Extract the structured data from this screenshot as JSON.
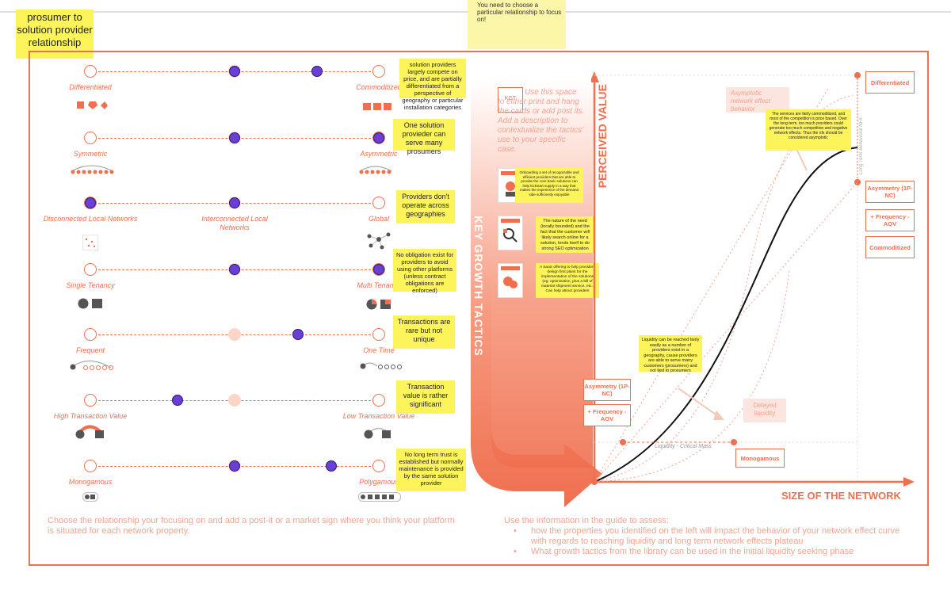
{
  "title_note": "prosumer to solution provider relationship",
  "top_note": "You need to choose a particular relationship to focus on!",
  "properties": [
    {
      "left": "Differentiated",
      "mid": "",
      "right": "Commoditized",
      "note": "solution providers largely compete on price, and are partially differentiated from a perspective of geography or particular installation categories"
    },
    {
      "left": "Symmetric",
      "mid": "",
      "right": "Asymmetric",
      "note": "One solution provieder can serve many prosumers"
    },
    {
      "left": "Disconnected Local Networks",
      "mid": "Interconnected Local Networks",
      "right": "Global",
      "note": "Providers don't operate across geographies"
    },
    {
      "left": "Single Tenancy",
      "mid": "",
      "right": "Multi Tenancy",
      "note": "No obligation exist for providers to avoid using other platforms (unless contract obligations are enforced)"
    },
    {
      "left": "Frequent",
      "mid": "",
      "right": "One Time",
      "note": "Transactions are rare but not unique"
    },
    {
      "left": "High Transaction Value",
      "mid": "",
      "right": "Low Transaction Value",
      "note": "Transaction value is rather significant"
    },
    {
      "left": "Monogamous",
      "mid": "",
      "right": "Polygamous",
      "note": "No long term trust is established but normally maintenance is provided by the same solution provider"
    }
  ],
  "left_instruction": "Choose the relationship your focusing on and add a post-it or a market sign where you think your platform is situated for each network property.",
  "kgt": {
    "badge": "KGT",
    "text": "Use this space to either print and hang the cards or add post its. Add a description to contextualize the tactics' use to your specific case.",
    "vertical": "KEY GROWTH TACTICS",
    "notes": [
      "Onboarding a set of recognizable and efficient providers that are able to provide the core basic solutions can help kickstart supply in a way that makes the experience of the demand side sufficiently enjoyable",
      "The nature of the need (locally bounded) and the fact that the customer will likely search online for a solution, lends itself to do strong SEO optimization",
      "A SaaS offering to help providers design first plans for the implementation of the solutions (eg: optimization, plus a bill of material shipment service, etc.. Can help attract providers"
    ]
  },
  "chart": {
    "y_label": "PERCEIVED VALUE",
    "x_label": "SIZE OF THE NETWORK",
    "asymptotic_label": "Asymptotic network effect behavior",
    "long_term_label": "Long Term Behavioral NFX",
    "delayed_label": "Delayed liquidity",
    "critical_mass_label": "Liquidity - Critical Mass",
    "right_boxes": [
      "Differentiated",
      "Asymmetry (1P-NC)",
      "+ Frequency - AOV",
      "Commoditized"
    ],
    "left_boxes": [
      "Asymmetry (1P-NC)",
      "+ Frequency - AOV"
    ],
    "bottom_box": "Monogamous",
    "note_top": "The services are fairly commoditized, and most of the competition is price based. Over the long term, too much providers could generate too much competition and negative network effects. Thus the nfx should be considered asymptotic",
    "note_liquidity": "Liquidity can be reached fairly easily as a number of providers exist in a geography, cause providers are able to serve many customers (prosumers) and not tied to prosumers"
  },
  "right_instruction": {
    "intro": "Use the information in the guide to assess:",
    "bullets": [
      "how the properties you identified on the left will impact the behavior of your network effect curve with regards to reaching liquidity and long term network effects plateau",
      "What growth tactics from the library can be used in the initial liquidity seeking phase"
    ]
  },
  "colors": {
    "accent": "#ef6f4f",
    "postit": "#fcf45a",
    "marker": "#6a3fd6"
  }
}
